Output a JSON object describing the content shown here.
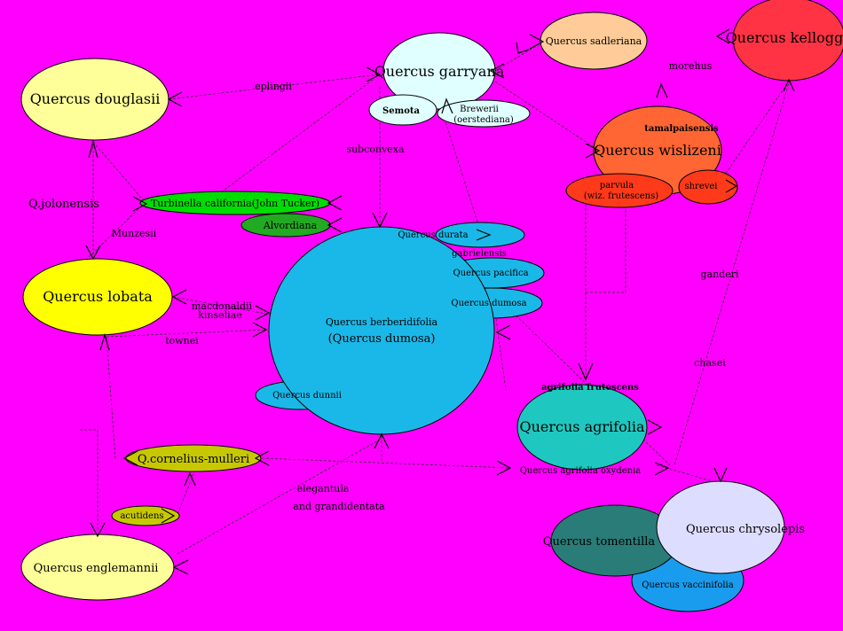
{
  "colors": {
    "background": "#ff00ff",
    "pale_yellow": "#ffff99",
    "yellow": "#ffff00",
    "light_cyan": "#e0ffff",
    "peach": "#ffcc99",
    "red": "#ff3344",
    "orange": "#ff6633",
    "orange_red": "#ff3a1a",
    "green": "#00dd00",
    "dark_green": "#22aa22",
    "cyan_blue": "#1ab8e8",
    "teal": "#1ec8c0",
    "olive": "#c8c800",
    "dark_teal": "#2a7c78",
    "lavender": "#ddddff",
    "blue": "#1a9cee"
  },
  "nodes": {
    "douglasii": "Quercus douglasii",
    "garryana": "Quercus garryana",
    "semota": "Semota",
    "brewerii": "Brewerii",
    "oerstediana": "(oerstediana)",
    "sadleriana": "Quercus sadleriana",
    "kelloggii": "Quercus kelloggii",
    "wislizeni": "Quercus wislizeni",
    "tamalpaisensis": "tamalpaisensis",
    "parvula": "parvula",
    "wiz_frutescens": "(wiz. frutescens)",
    "shrevei": "shrevei",
    "turbinella": "Turbinella california(John Tucker)",
    "alvordiana": "Alvordiana",
    "lobata": "Quercus lobata",
    "berberidifolia": "Quercus berberidifolia",
    "berberidifolia_alt": "(Quercus dumosa)",
    "durata": "Quercus durata",
    "gabrielensis": "gabrielensis",
    "pacifica": "Quercus pacifica",
    "dumosa": "Quercus dumosa",
    "dunnii": "Quercus dunnii",
    "agrifolia_frutescens": "agrifolia frutescens",
    "agrifolia": "Quercus agrifolia",
    "agrifolia_oxydenia": "Quercus agrifolia oxydenia",
    "cornelius_mulleri": "Q.cornelius-mulleri",
    "acutidens": "acutidens",
    "engelmannii": "Quercus englemannii",
    "tomentella": "Quercus tomentilla",
    "chrysolepis": "Quercus chrysolepis",
    "vacciniifolia": "Quercus vaccinifolia"
  },
  "labels": {
    "eplingii": "eplingii",
    "morehus": "morehus",
    "subconvexa": "subconvexa",
    "jolonensis": "Q.jolonensis",
    "munzesii": "Munzesii",
    "macdonaldii": "macdonaldii",
    "kinseliae": "kinseliae",
    "townei": "townei",
    "ganderi": "ganderi",
    "chasei": "chasei",
    "elegantula": "elegantula",
    "and_grandidentata": "and grandidentata"
  }
}
